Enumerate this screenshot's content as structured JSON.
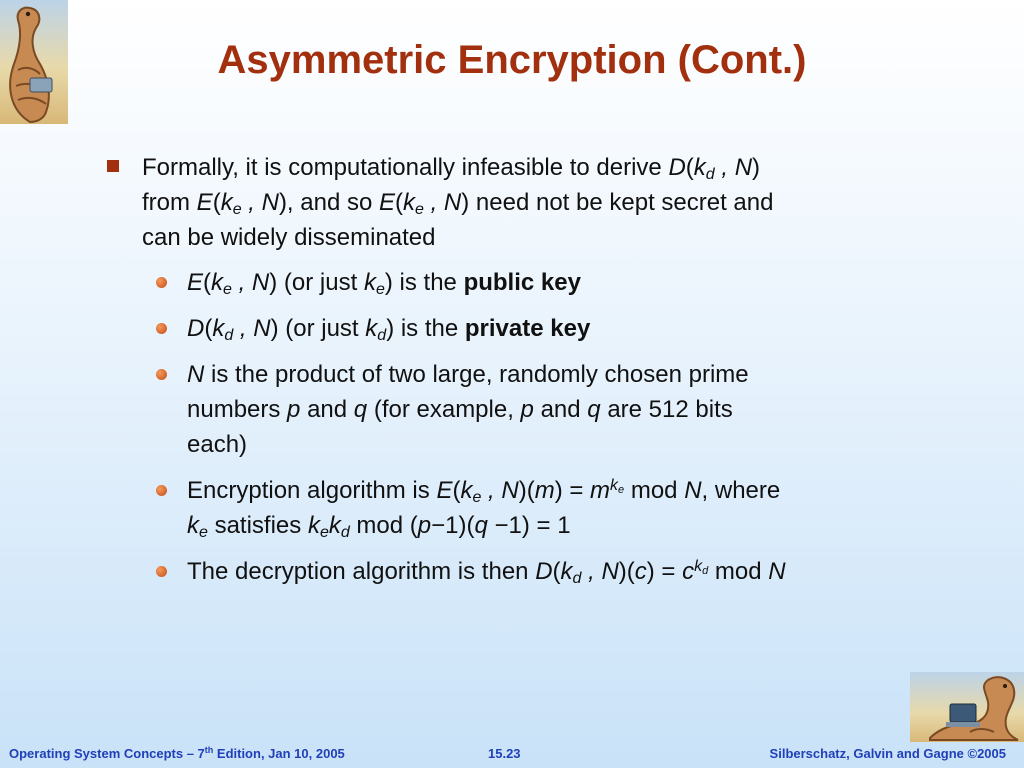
{
  "slide": {
    "title": "Asymmetric Encryption (Cont.)",
    "bullet1": {
      "t1": "Formally, it is computationally infeasible to derive ",
      "t2": "D",
      "t3": "(",
      "t4": "k",
      "t5": "d",
      "t6": " , N",
      "t7": ")",
      "t8": "from ",
      "t9": "E",
      "t10": "(",
      "t11": "k",
      "t12": "e",
      "t13": " , N",
      "t14": "), and so ",
      "t15": "E",
      "t16": "(",
      "t17": "k",
      "t18": "e",
      "t19": " , N",
      "t20": ") need not be kept secret and",
      "t21": "can be widely disseminated"
    },
    "sub1": {
      "a": "E",
      "b": "(",
      "c": "k",
      "d": "e",
      "e": " , N",
      "f": ") (or just ",
      "g": "k",
      "h": "e",
      "i": ") is the ",
      "j": "public key"
    },
    "sub2": {
      "a": "D",
      "b": "(",
      "c": "k",
      "d": "d",
      "e": " , N",
      "f": ") (or just ",
      "g": "k",
      "h": "d",
      "i": ") is the ",
      "j": "private key"
    },
    "sub3": {
      "a": "N",
      "b": " is the product of two large, randomly chosen prime",
      "c": "numbers ",
      "d": "p",
      "e": " and ",
      "f": "q",
      "g": " (for example, ",
      "h": "p",
      "i": " and ",
      "j": "q",
      "k": " are 512 bits",
      "l": "each)"
    },
    "sub4": {
      "a": "Encryption algorithm is ",
      "b": "E",
      "c": "(",
      "d": "k",
      "e": "e",
      "f": " , N",
      "g": ")(",
      "h": "m",
      "i": ") = ",
      "j": "m",
      "k": "k",
      "l": "e",
      "m": " mod ",
      "n": "N",
      "o": ", where",
      "p": "k",
      "q": "e",
      "r": " satisfies ",
      "s": "k",
      "t": "e",
      "u": "k",
      "v": "d",
      "w": " mod (",
      "x": "p",
      "y": "−1)(",
      "z": "q",
      "aa": " −1) = 1"
    },
    "sub5": {
      "a": "The decryption algorithm is then ",
      "b": "D",
      "c": "(",
      "d": "k",
      "e": "d",
      "f": " , N",
      "g": ")(",
      "h": "c",
      "i": ") = ",
      "j": "c",
      "k": "k",
      "l": "d",
      "m": " mod ",
      "n": "N"
    }
  },
  "footer": {
    "left_a": "Operating System Concepts – 7",
    "left_sup": "th",
    "left_b": " Edition, Jan 10, 2005",
    "center": "15.23",
    "right": "Silberschatz, Galvin and Gagne ©2005"
  },
  "colors": {
    "title": "#a2300f",
    "footer": "#203fb8",
    "bullet": "#a2300f"
  },
  "icons": {
    "top_logo": "dinosaur-logo-icon",
    "bottom_logo": "dinosaur-laptop-icon"
  }
}
